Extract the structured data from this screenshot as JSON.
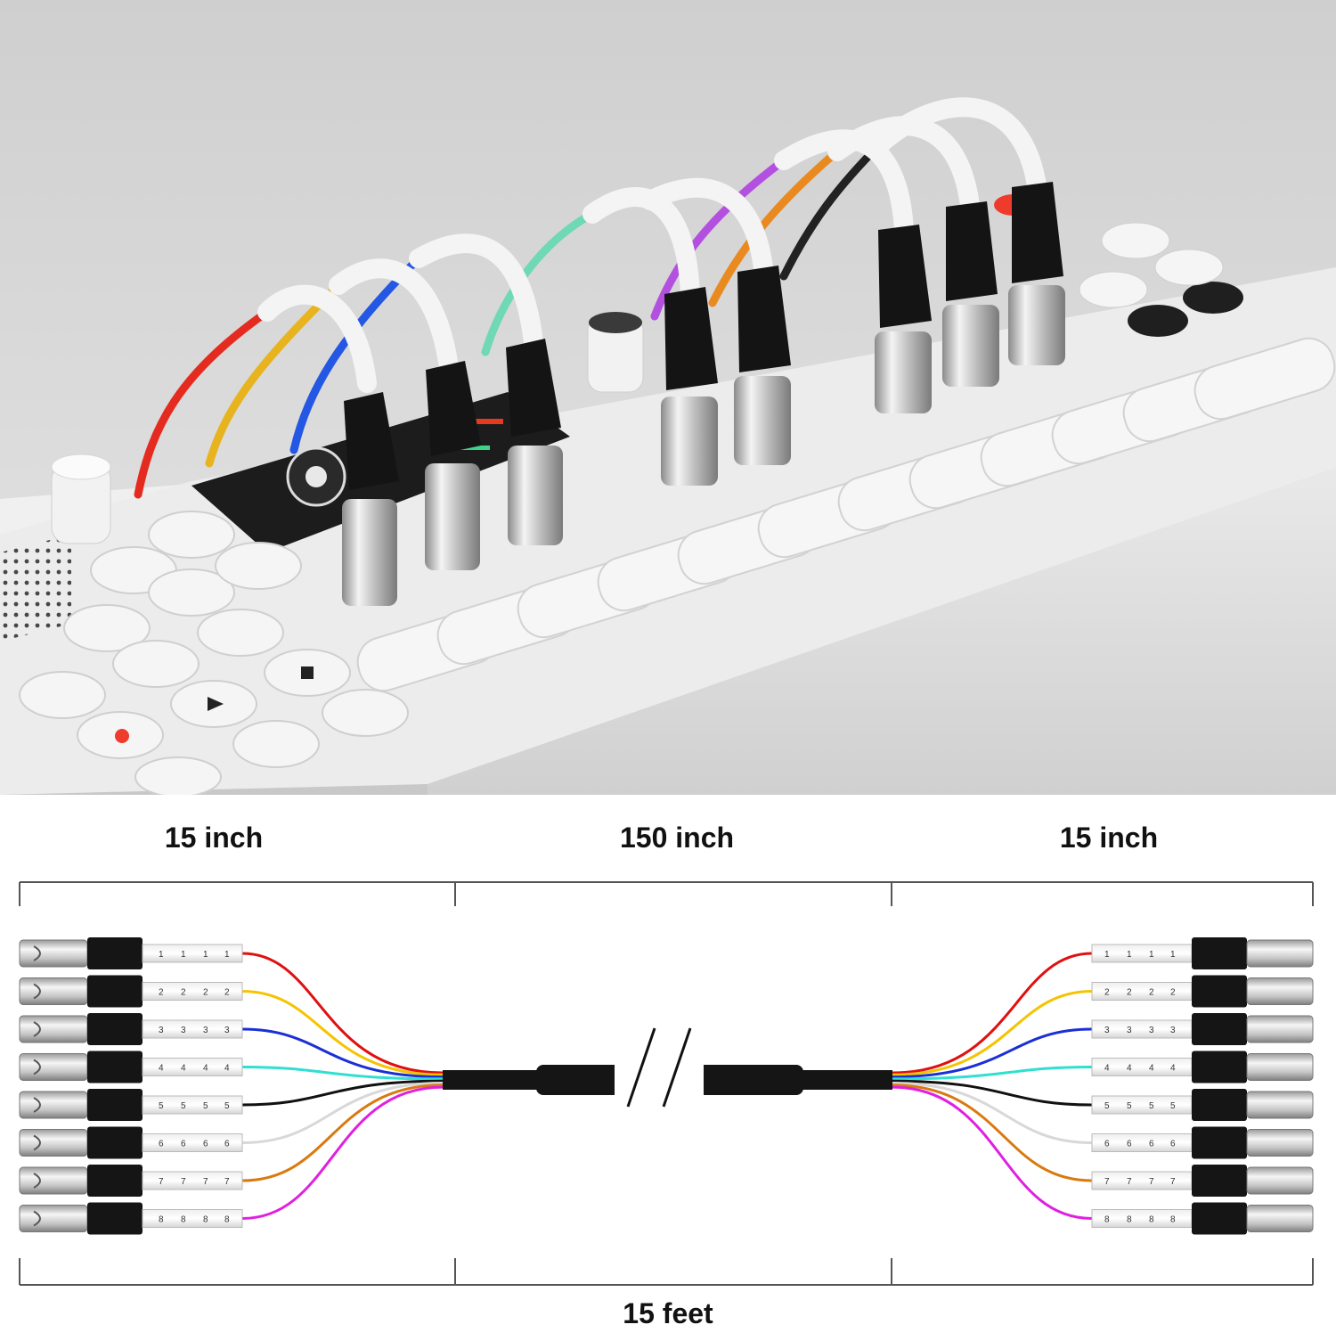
{
  "dimensions": {
    "left_length": "15 inch",
    "center_length": "150 inch",
    "right_length": "15 inch",
    "total_length": "15 feet"
  },
  "channels": [
    {
      "number": "1",
      "color": "#e01010"
    },
    {
      "number": "2",
      "color": "#f5c400"
    },
    {
      "number": "3",
      "color": "#1a2fd6"
    },
    {
      "number": "4",
      "color": "#2fe0d0"
    },
    {
      "number": "5",
      "color": "#111111"
    },
    {
      "number": "6",
      "color": "#d8d8d8"
    },
    {
      "number": "7",
      "color": "#d97a10"
    },
    {
      "number": "8",
      "color": "#e020e0"
    }
  ]
}
